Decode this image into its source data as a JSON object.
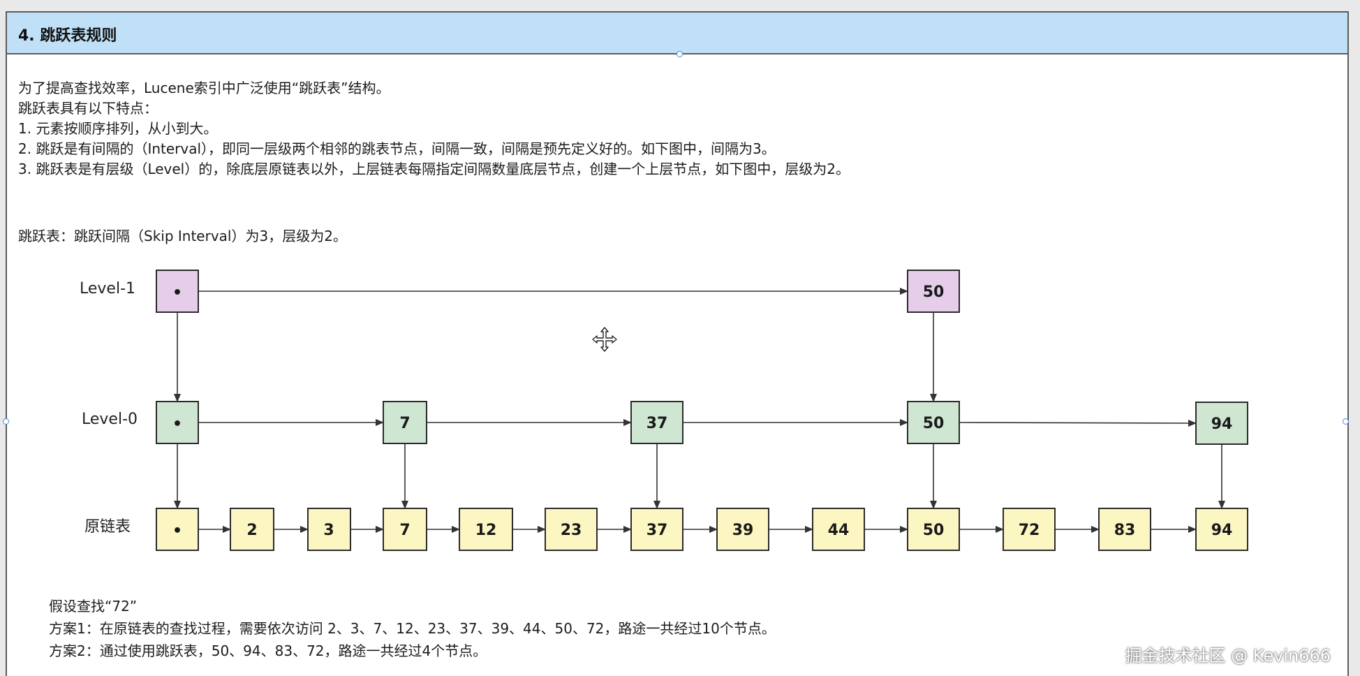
{
  "header": {
    "title": "4. 跳跃表规则"
  },
  "intro": {
    "lines": [
      "为了提高查找效率，Lucene索引中广泛使用“跳跃表”结构。",
      "跳跃表具有以下特点：",
      "1. 元素按顺序排列，从小到大。",
      "2. 跳跃是有间隔的（Interval），即同一层级两个相邻的跳表节点，间隔一致，间隔是预先定义好的。如下图中，间隔为3。",
      "3. 跳跃表是有层级（Level）的，除底层原链表以外，上层链表每隔指定间隔数量底层节点，创建一个上层节点，如下图中，层级为2。"
    ],
    "caption": "跳跃表：跳跃间隔（Skip Interval）为3，层级为2。"
  },
  "diagram": {
    "levels": [
      {
        "label": "Level-1",
        "nodes": [
          "•",
          "50"
        ],
        "color": "#e6cdea"
      },
      {
        "label": "Level-0",
        "nodes": [
          "•",
          "7",
          "37",
          "50",
          "94"
        ],
        "color": "#cfe6d3"
      },
      {
        "label": "原链表",
        "nodes": [
          "•",
          "2",
          "3",
          "7",
          "12",
          "23",
          "37",
          "39",
          "44",
          "50",
          "72",
          "83",
          "94"
        ],
        "color": "#fcf6c2"
      }
    ]
  },
  "search": {
    "title": "假设查找“72”",
    "plan1": "方案1：在原链表的查找过程，需要依次访问 2、3、7、12、23、37、39、44、50、72，路途一共经过10个节点。",
    "plan2": "方案2：通过使用跳跃表，50、94、83、72，路途一共经过4个节点。"
  },
  "watermark": "掘金技术社区 @ Kevin666",
  "icons": {
    "move": "move-cursor-icon"
  },
  "colors": {
    "header_bg": "#bfe0f7",
    "arrow": "#333333",
    "node_border": "#2b2b2b"
  }
}
